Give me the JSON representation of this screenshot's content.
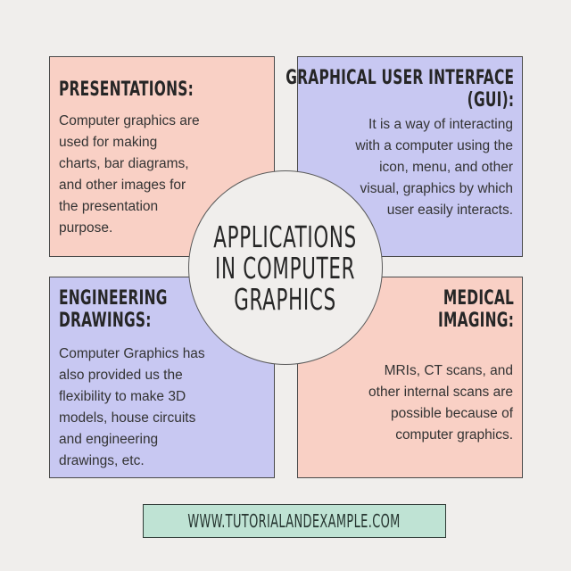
{
  "center": {
    "title_lines": [
      "APPLICATIONS",
      "IN COMPUTER",
      "GRAPHICS"
    ]
  },
  "cards": {
    "presentations": {
      "title_lines": [
        "PRESENTATIONS:"
      ],
      "body_lines": [
        "Computer graphics are",
        "used for making",
        "charts, bar diagrams,",
        "and other images for",
        "the presentation",
        "purpose."
      ],
      "color": "#f9d0c5"
    },
    "gui": {
      "title_lines": [
        "GRAPHICAL USER INTERFACE",
        "(GUI):"
      ],
      "body_lines": [
        "It is a way of interacting",
        "with a computer using the",
        "icon, menu, and other",
        "visual, graphics by which",
        "user easily interacts."
      ],
      "color": "#c8c8f2"
    },
    "engineering": {
      "title_lines": [
        "ENGINEERING",
        "DRAWINGS:"
      ],
      "body_lines": [
        "Computer Graphics has",
        "also provided us the",
        "flexibility to make 3D",
        "models, house circuits",
        "and engineering",
        "drawings, etc."
      ],
      "color": "#c8c8f2"
    },
    "medical": {
      "title_lines": [
        "MEDICAL",
        "IMAGING:"
      ],
      "body_lines": [
        "MRIs, CT scans, and",
        "other internal scans are",
        "possible because of",
        "computer graphics."
      ],
      "color": "#f9d0c5"
    }
  },
  "footer": {
    "url": "WWW.TUTORIALANDEXAMPLE.COM",
    "color": "#bfe3d4"
  }
}
